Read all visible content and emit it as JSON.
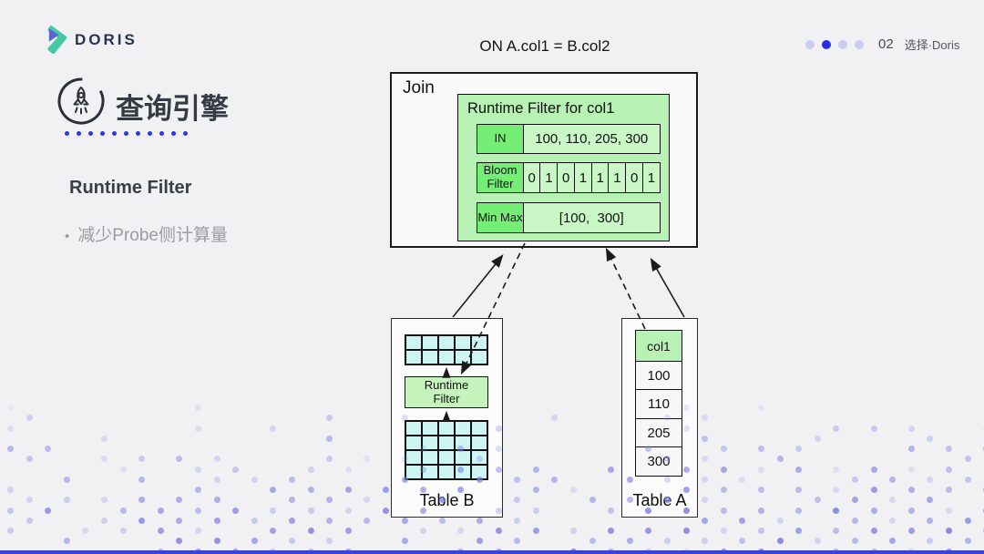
{
  "brand": {
    "name": "DORIS"
  },
  "pager": {
    "page_number": "02",
    "section_label": "选择·Doris",
    "dots_total": 4,
    "active_dot_index": 1
  },
  "slide_title": {
    "equation": "ON A.col1 = B.col2"
  },
  "section_header": {
    "icon": "rocket-icon",
    "title": "查询引擎",
    "underline_dot_count": 11
  },
  "left_panel": {
    "heading": "Runtime Filter",
    "bullet_marker": "•",
    "bullet_text": "减少Probe侧计算量"
  },
  "diagram": {
    "join_box": {
      "label": "Join"
    },
    "runtime_filter_box": {
      "title": "Runtime Filter for col1",
      "rows": [
        {
          "label": "IN",
          "value": "100, 110, 205, 300"
        },
        {
          "label": "Bloom Filter",
          "bits": [
            "0",
            "1",
            "0",
            "1",
            "1",
            "1",
            "0",
            "1"
          ]
        },
        {
          "label": "Min Max",
          "value": "[100,  300]"
        }
      ]
    },
    "table_b": {
      "label": "Table B",
      "inner_filter_label": "Runtime Filter",
      "top_grid": {
        "rows": 2,
        "cols": 5
      },
      "bottom_grid": {
        "rows": 4,
        "cols": 5
      }
    },
    "table_a": {
      "label": "Table A",
      "column_header": "col1",
      "column_values": [
        "100",
        "110",
        "205",
        "300"
      ]
    }
  },
  "colors": {
    "background": "#f1f1f4",
    "accent_blue": "#2c35df",
    "pager_active": "#2b2ce0",
    "pager_inactive": "#c9cbf1",
    "green_light": "#b7f1b4",
    "green_bright": "#74ee74",
    "green_pale": "#c9f7c6",
    "cyan_cell": "#ccf5f4",
    "dot_decor": "#7a80e0",
    "bottom_bar": "#3c42d6"
  }
}
